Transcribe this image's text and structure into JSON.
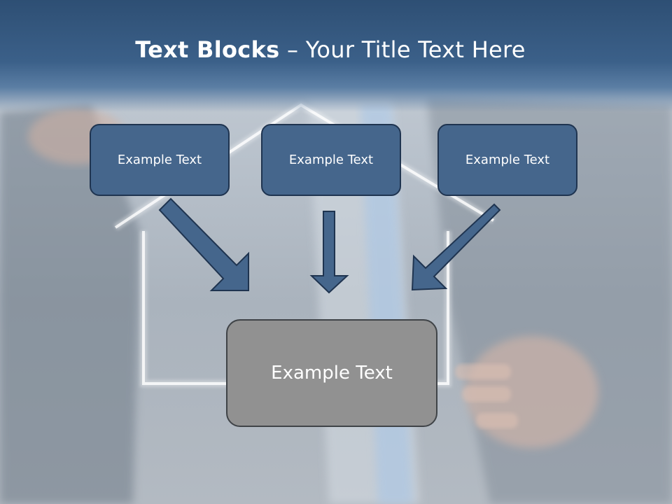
{
  "slide": {
    "title_bold": "Text Blocks",
    "title_dash": " – ",
    "title_rest": "Your Title Text Here"
  },
  "diagram": {
    "top_boxes": [
      {
        "label": "Example Text"
      },
      {
        "label": "Example Text"
      },
      {
        "label": "Example Text"
      }
    ],
    "bottom_box": {
      "label": "Example Text"
    }
  },
  "colors": {
    "title_band": "#2e4f74",
    "top_box_fill": "#45668c",
    "top_box_border": "#1f3450",
    "bottom_box_fill": "#919191",
    "arrow_fill": "#45668c",
    "arrow_stroke": "#1f3450"
  }
}
